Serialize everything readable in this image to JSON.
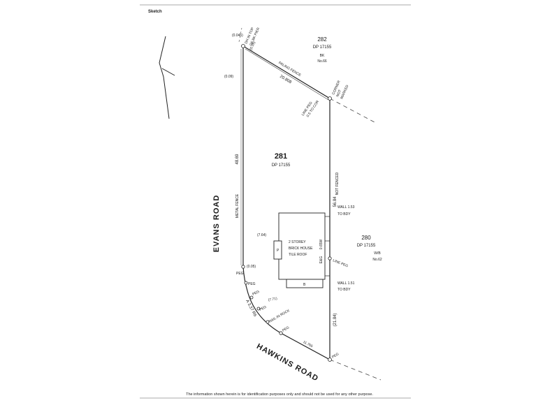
{
  "header": {
    "title": "Sketch"
  },
  "plan": {
    "lot_281": {
      "number": "281",
      "dp": "DP 17155"
    },
    "lot_282": {
      "number": "282",
      "dp": "DP 17155",
      "bk": "BK",
      "house_no": "No.66"
    },
    "lot_280": {
      "number": "280",
      "dp": "DP 17155",
      "wb": "W/B",
      "house_no": "No.62"
    },
    "roads": {
      "west": "EVANS ROAD",
      "south": "HAWKINS ROAD"
    },
    "dimensions": {
      "north_boundary": "20.808",
      "west_boundary": "48.69",
      "east_boundary": "56.84",
      "east_lower": "(21.84)",
      "arc_length": "A 3.37 R6",
      "south_boundary": "11.765",
      "house_offset_west": "(7.64)",
      "offset_chord": "(7.71)",
      "offset_nw_top": "(0.045)",
      "offset_nw_left": "(0.09)",
      "offset_west_peg": "(0.05)",
      "offset_nw_pier": "(0.28)",
      "house_clearance": "0.65W",
      "eave": "E&G"
    },
    "annotations": {
      "paling_fence": "PALING FENCE",
      "metal_fence": "METAL FENCE",
      "not_fenced": "NOT FENCED",
      "corner_not_marked_1": "CORNER",
      "corner_not_marked_2": "NOT",
      "corner_not_marked_3": "MARKED",
      "line_peg_cor_1": "LINE PEG",
      "line_peg_cor_2": "0.5 TO COR",
      "dh_pier_1": "DH IN TOP",
      "dh_pier_2": "OF BK PIER",
      "wall_upper_1": "WALL 1.53",
      "wall_upper_2": "TO BDY",
      "wall_lower_1": "WALL 1.51",
      "wall_lower_2": "TO BDY",
      "line_peg_east": "LINE PEG",
      "peg_1": "PEG",
      "peg_2": "PEG",
      "peg_3": "PEG",
      "peg_4": "PEG",
      "peg_5": "PEG",
      "nail_in_rock": "NAIL IN ROCK"
    },
    "house": {
      "line1": "2 STOREY",
      "line2": "BRICK HOUSE",
      "line3": "TILE ROOF",
      "porch": "P",
      "balcony": "B"
    }
  },
  "footer": {
    "disclaimer": "The information shown herein is for identification purposes only and should not be used for any other purpose."
  }
}
